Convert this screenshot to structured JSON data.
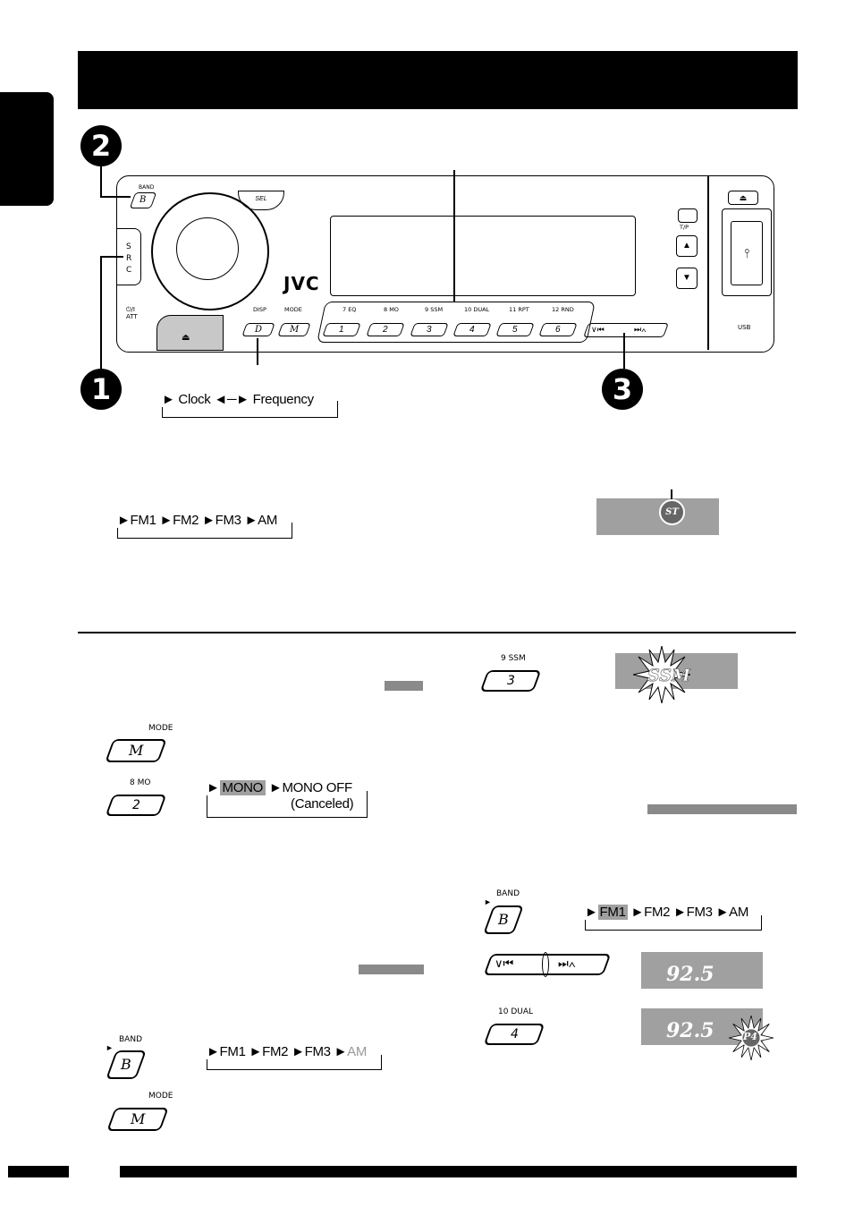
{
  "brand": "JVC",
  "radio": {
    "band_label": "BAND",
    "band_key": "B",
    "sel_key": "SEL",
    "src_letters": [
      "S",
      "R",
      "C"
    ],
    "power_label": "⏻/I ATT",
    "disp_label": "DISP",
    "mode_label": "MODE",
    "d_key": "D",
    "m_key": "M",
    "tp_label": "T/P",
    "usb_label": "USB",
    "preset_labels": [
      "7 EQ",
      "8 MO",
      "9 SSM",
      "10 DUAL",
      "11 RPT",
      "12 RND"
    ],
    "preset_keys": [
      "1",
      "2",
      "3",
      "4",
      "5",
      "6"
    ]
  },
  "steps": {
    "two": "2",
    "one": "1",
    "three": "3"
  },
  "sequences": {
    "clock_freq": [
      "Clock",
      "Frequency"
    ],
    "bands_top": [
      "FM1",
      "FM2",
      "FM3",
      "AM"
    ],
    "mono": [
      "MONO",
      "MONO OFF",
      "(Canceled)"
    ],
    "bands_right": [
      "FM1",
      "FM2",
      "FM3",
      "AM"
    ],
    "bands_bottom": [
      "FM1",
      "FM2",
      "FM3",
      "AM"
    ]
  },
  "indicators": {
    "stereo": "ST",
    "ssm": "SSM",
    "freq1": "92.5",
    "freq2": "92.5",
    "preset_badge": "P4"
  },
  "buttons": {
    "mode_label": "MODE",
    "mode_key": "M",
    "mo_label": "8 MO",
    "mo_key": "2",
    "ssm_label": "9 SSM",
    "ssm_key": "3",
    "band_label": "BAND",
    "band_key": "B",
    "dual_label": "10 DUAL",
    "dual_key": "4",
    "band_label2": "BAND",
    "band_key2": "B",
    "mode_label2": "MODE",
    "mode_key2": "M"
  }
}
